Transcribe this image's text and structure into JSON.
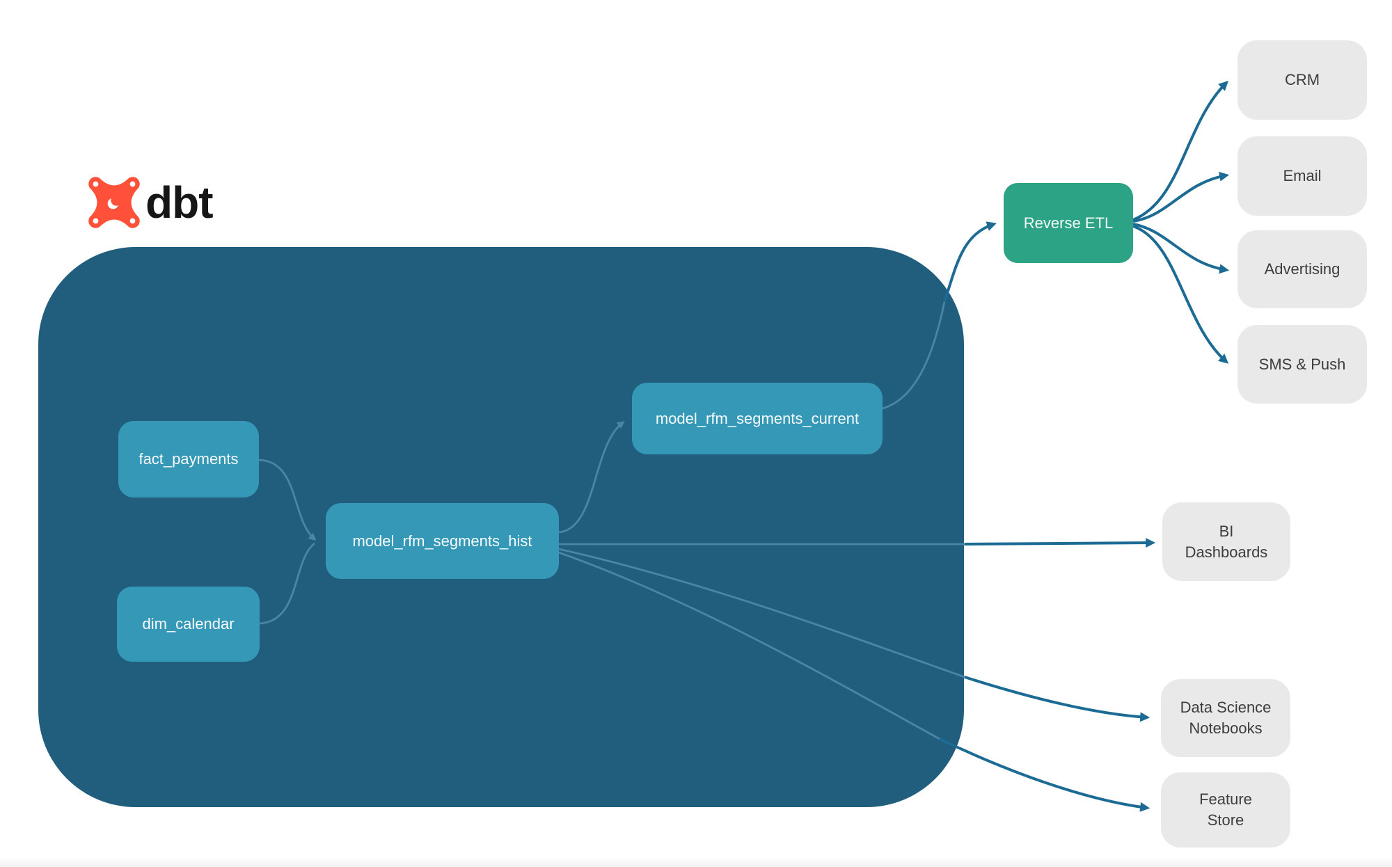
{
  "brand": {
    "name": "dbt"
  },
  "colors": {
    "warehouse_container": "#215e7e",
    "model_node": "#3598b6",
    "reverse_etl_node": "#2da386",
    "destination_node": "#e9e9e9",
    "edge_outer": "#1c6b94",
    "edge_inner": "#4a86a3",
    "logo_orange": "#ff5039"
  },
  "warehouse": {
    "nodes": {
      "fact_payments": {
        "label": "fact_payments"
      },
      "dim_calendar": {
        "label": "dim_calendar"
      },
      "model_rfm_segments_hist": {
        "label": "model_rfm_segments_hist"
      },
      "model_rfm_segments_current": {
        "label": "model_rfm_segments_current"
      }
    }
  },
  "reverse_etl": {
    "label": "Reverse ETL"
  },
  "destinations": {
    "crm": {
      "label": "CRM"
    },
    "email": {
      "label": "Email"
    },
    "advertising": {
      "label": "Advertising"
    },
    "sms_push": {
      "label": "SMS & Push"
    }
  },
  "outputs": {
    "bi_dashboards": {
      "label": "BI Dashboards"
    },
    "data_science_notebooks": {
      "label": "Data Science Notebooks"
    },
    "feature_store": {
      "label": "Feature Store"
    }
  }
}
